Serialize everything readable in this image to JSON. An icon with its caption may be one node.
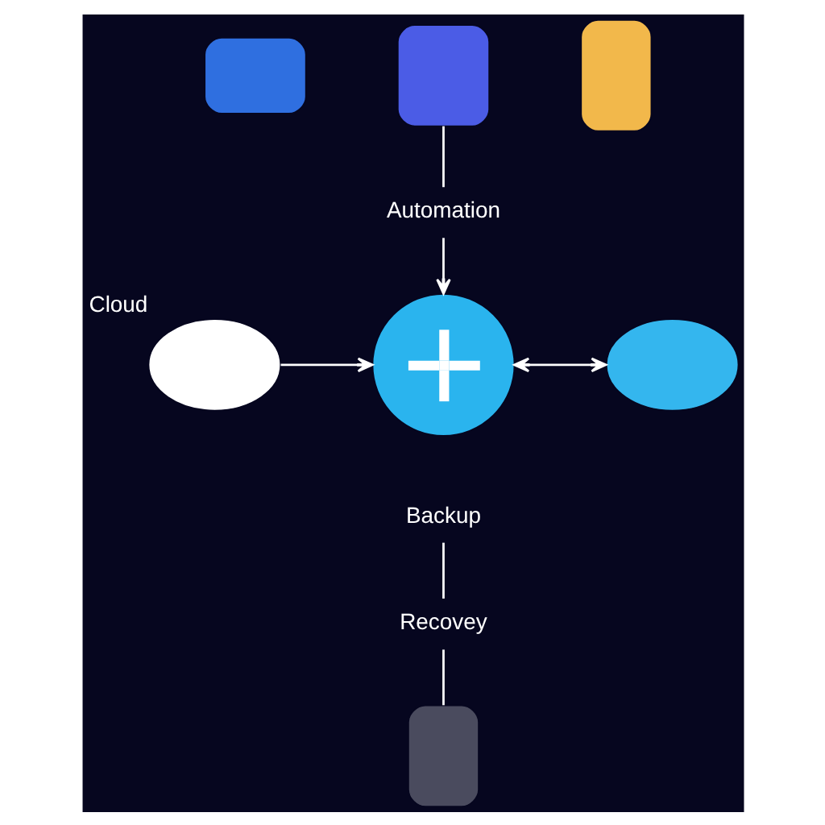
{
  "diagram": {
    "nodes": [
      {
        "text": [],
        "shape": "box"
      },
      {
        "text": [],
        "shape": "box"
      },
      {
        "text": [],
        "shape": "box"
      },
      {
        "text": [
          "Automation"
        ]
      },
      {
        "text": [],
        "shape": "cloud",
        "beside": [
          "Cloud"
        ]
      },
      {
        "text": [],
        "shape": "circle"
      },
      {
        "text": [],
        "shape": "cloud"
      },
      {
        "text": [
          "Backup"
        ]
      },
      {
        "text": [
          "Recovey"
        ]
      },
      {
        "text": [],
        "shape": "box"
      }
    ],
    "edges": [
      {
        "from": 1,
        "to": 3,
        "arrow": "none"
      },
      {
        "from": 3,
        "to": 5,
        "arrow": "to"
      },
      {
        "from": 4,
        "to": 5,
        "arrow": "to"
      },
      {
        "from": 5,
        "to": 6,
        "arrow": "both"
      },
      {
        "from": 7,
        "to": 8,
        "arrow": "none"
      },
      {
        "from": 8,
        "to": 9,
        "arrow": "none"
      }
    ]
  }
}
